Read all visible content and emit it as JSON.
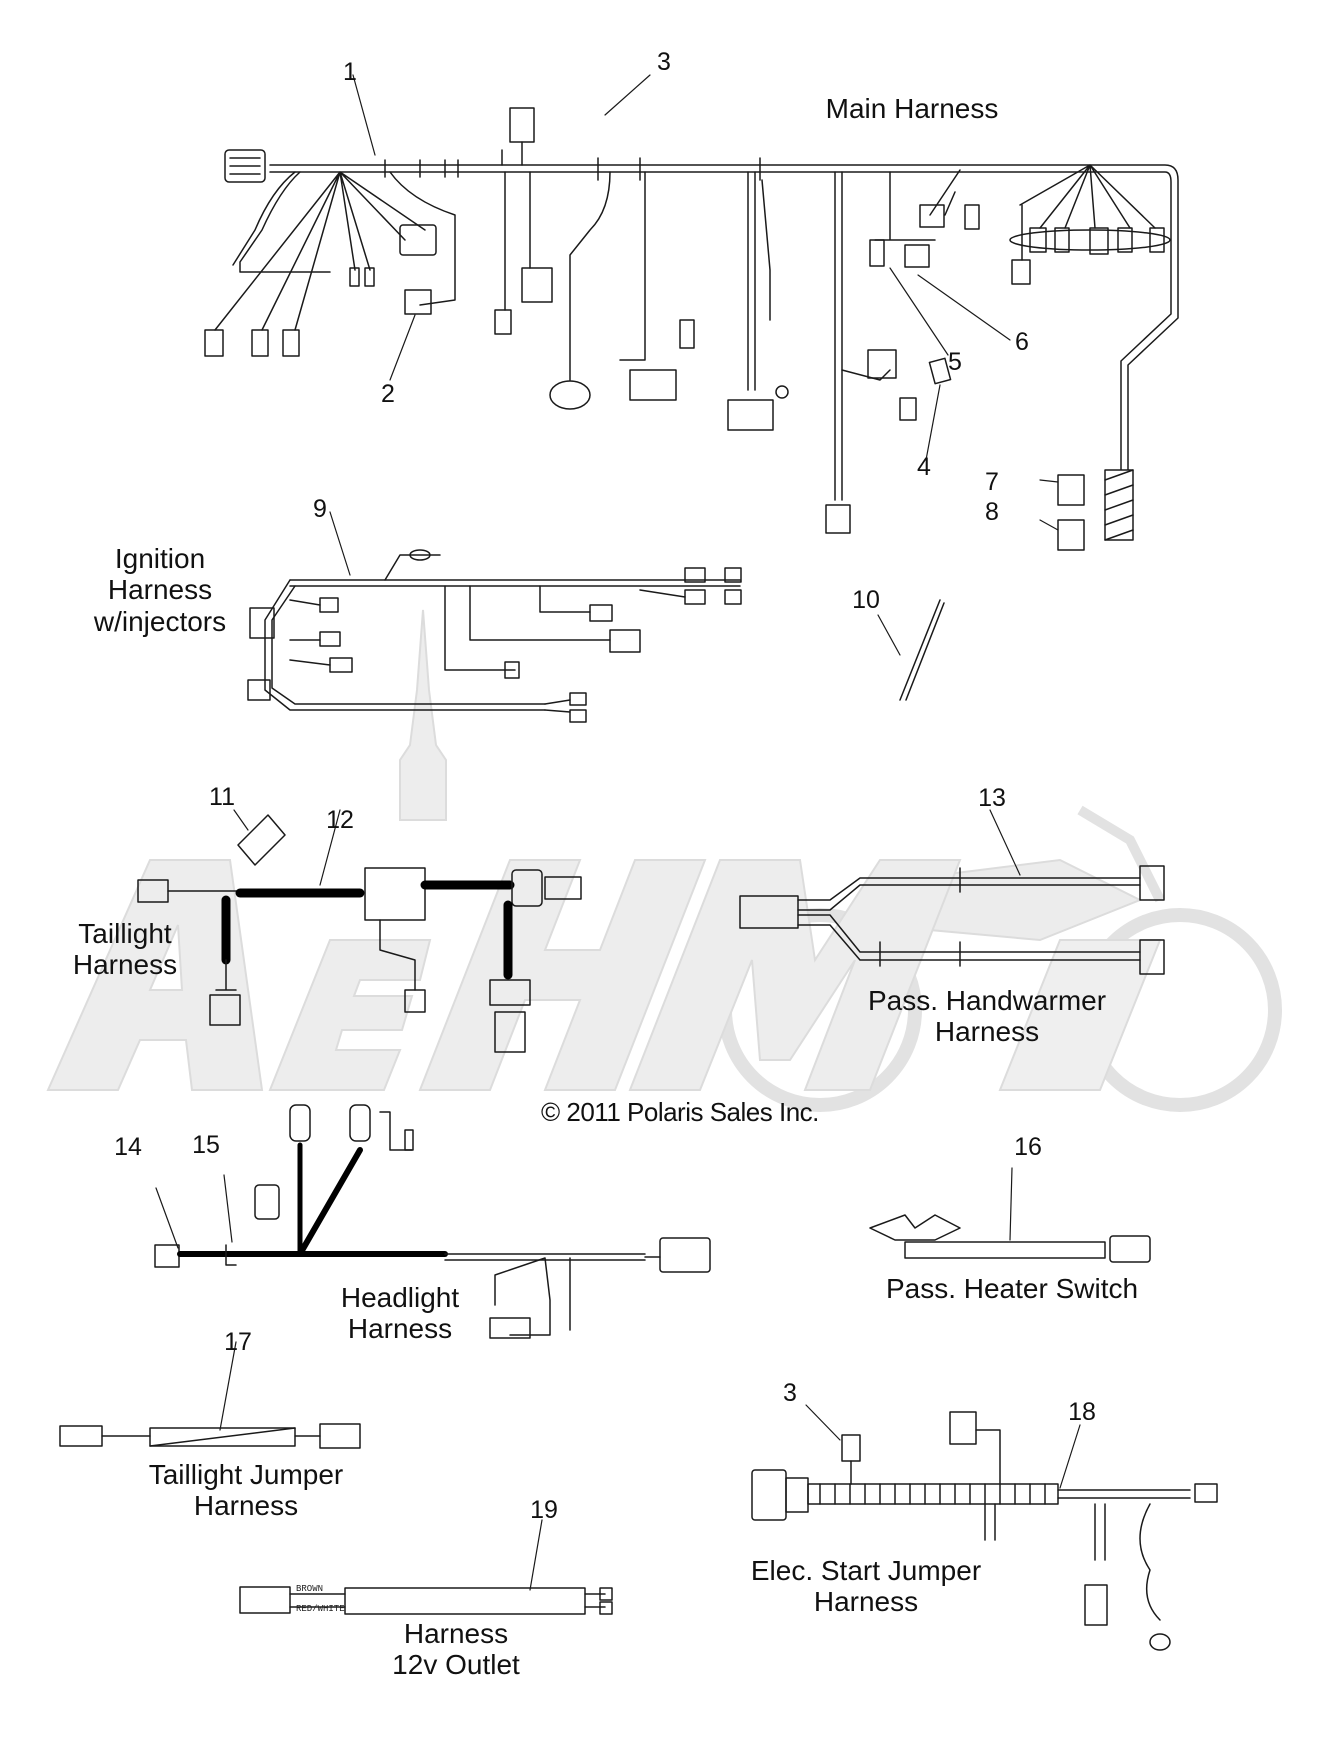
{
  "copyright": "© 2011 Polaris Sales Inc.",
  "watermark": "AehMoto",
  "callouts": {
    "c1": "1",
    "c2": "2",
    "c3": "3",
    "c3b": "3",
    "c4": "4",
    "c5": "5",
    "c6": "6",
    "c7": "7",
    "c8": "8",
    "c9": "9",
    "c10": "10",
    "c11": "11",
    "c12": "12",
    "c13": "13",
    "c14": "14",
    "c15": "15",
    "c16": "16",
    "c17": "17",
    "c18": "18",
    "c19": "19"
  },
  "titles": {
    "main": [
      "Main Harness"
    ],
    "ignition": [
      "Ignition",
      "Harness",
      "w/injectors"
    ],
    "taillight": [
      "Taillight",
      "Harness"
    ],
    "handwarmer": [
      "Pass. Handwarmer",
      "Harness"
    ],
    "heater_switch": [
      "Pass. Heater Switch"
    ],
    "headlight": [
      "Headlight",
      "Harness"
    ],
    "taillight_jumper": [
      "Taillight Jumper",
      "Harness"
    ],
    "outlet": [
      "Harness",
      "12v Outlet"
    ],
    "elec_start": [
      "Elec. Start Jumper",
      "Harness"
    ]
  },
  "wire_labels": {
    "outlet_brown": "BROWN",
    "outlet_red_white": "RED/WHITE"
  }
}
